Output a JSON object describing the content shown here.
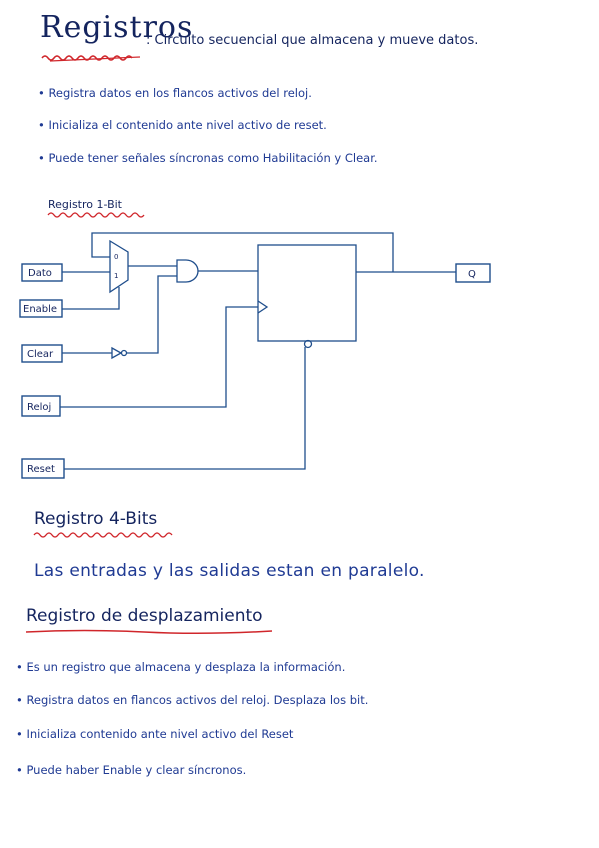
{
  "registros": {
    "title": "Registros",
    "subtitle": ": Circuito secuencial que almacena y mueve datos.",
    "bullets": [
      "Registra datos en los flancos activos del reloj.",
      "Inicializa el contenido ante nivel activo de reset.",
      "Puede tener señales síncronas como Habilitación y Clear."
    ]
  },
  "registro_1bit": {
    "title": "Registro 1-Bit",
    "inputs": [
      "Dato",
      "Enable",
      "Clear",
      "Reloj",
      "Reset"
    ],
    "output": "Q",
    "mux_labels": [
      "0",
      "1"
    ]
  },
  "registro_4bits": {
    "title": "Registro 4-Bits",
    "text": "Las entradas y las salidas estan en paralelo."
  },
  "desplazamiento": {
    "title": "Registro de desplazamiento",
    "bullets": [
      "Es un registro que almacena y desplaza la información.",
      "Registra datos en flancos activos del reloj. Desplaza los bit.",
      "Inicializa contenido ante nivel activo del Reset",
      "Puede haber Enable y clear síncronos."
    ]
  },
  "colors": {
    "ink": "#1f3a93",
    "heading_ink": "#14245e",
    "underline": "#d0262b",
    "wire": "#1f4e8c"
  }
}
